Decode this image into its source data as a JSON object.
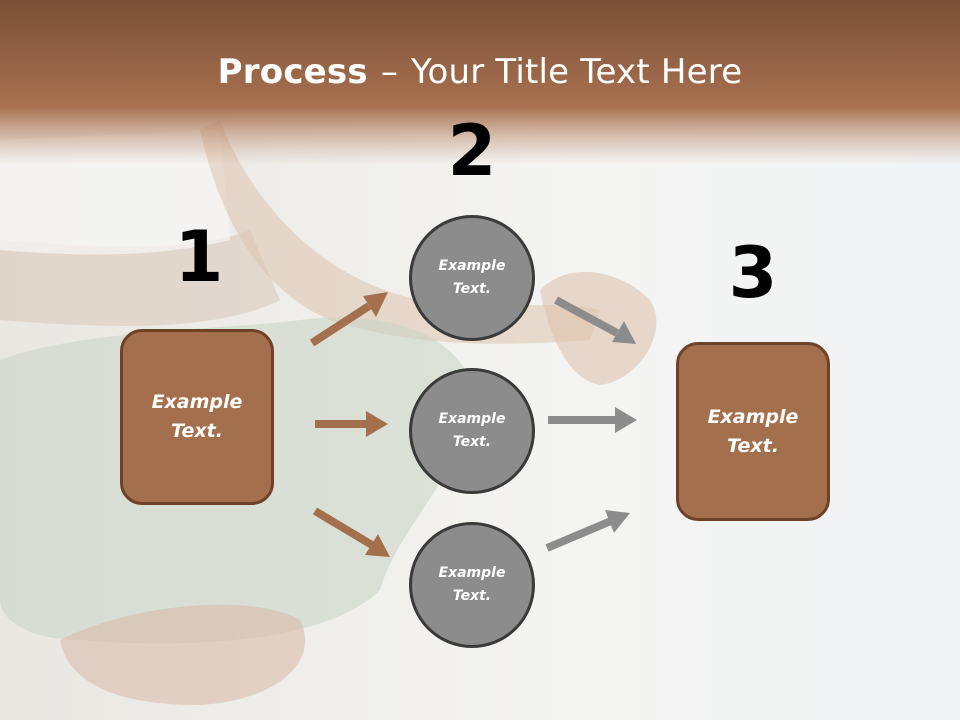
{
  "slide": {
    "title_bold": "Process",
    "title_dash": "–",
    "title_rest": "Your Title Text Here"
  },
  "steps": {
    "step1_number": "1",
    "step2_number": "2",
    "step3_number": "3"
  },
  "boxes": {
    "left": {
      "line1": "Example",
      "line2": "Text."
    },
    "right": {
      "line1": "Example",
      "line2": "Text."
    }
  },
  "circles": [
    {
      "line1": "Example",
      "line2": "Text."
    },
    {
      "line1": "Example",
      "line2": "Text."
    },
    {
      "line1": "Example",
      "line2": "Text."
    }
  ],
  "colors": {
    "header_brown": "#a06a48",
    "box_fill": "#a46f4d",
    "circle_fill": "#8c8c8c",
    "arrow_brown": "#a46f4d",
    "arrow_gray": "#8c8c8c"
  }
}
